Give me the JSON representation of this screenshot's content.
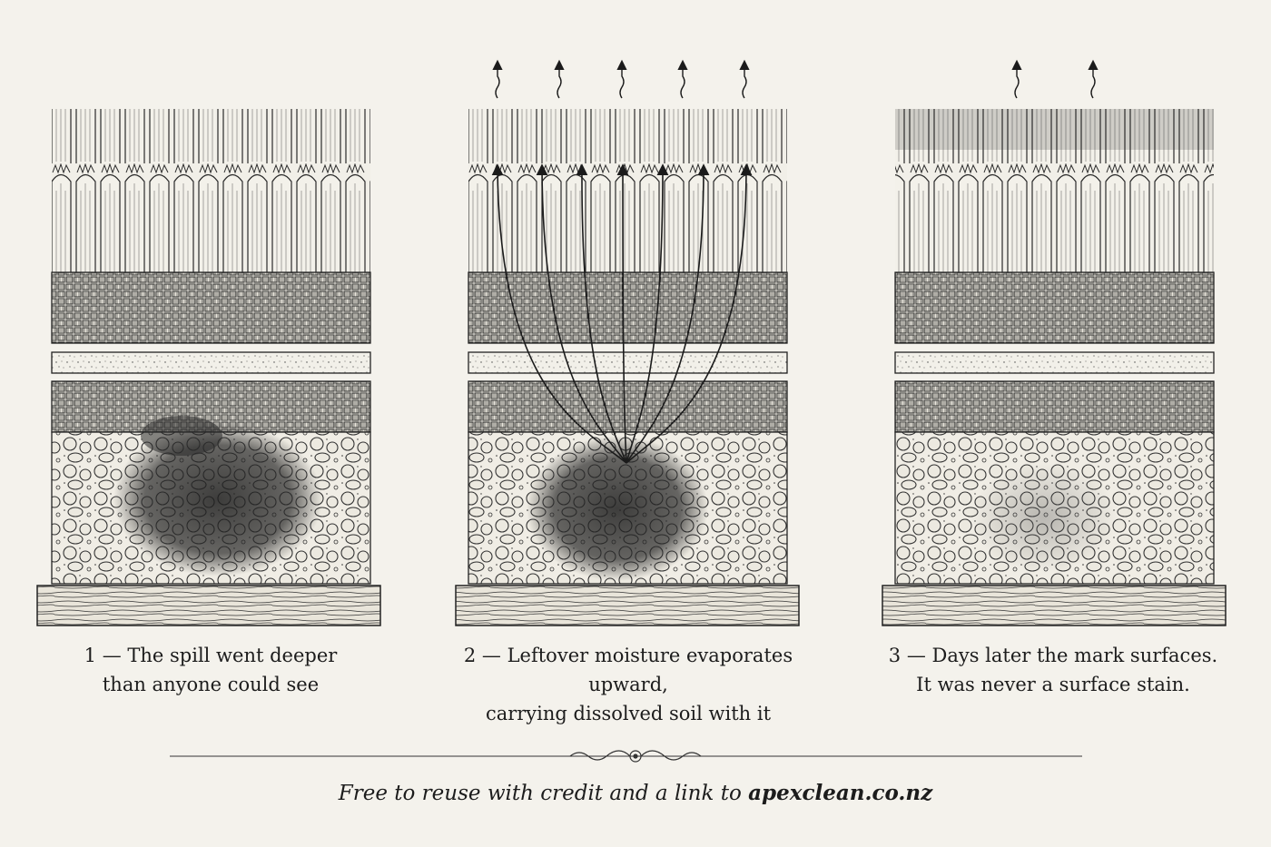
{
  "panels": [
    {
      "number": "1",
      "line1": "1 — The spill went deeper",
      "line2": "than anyone could see"
    },
    {
      "number": "2",
      "line1": "2 — Leftover moisture evaporates upward,",
      "line2": "carrying dissolved soil with it"
    },
    {
      "number": "3",
      "line1": "3 — Days later the mark surfaces.",
      "line2": "It was never a surface stain."
    }
  ],
  "footer": {
    "prefix": "Free to reuse with credit and a link to ",
    "link": "apexclean.co.nz"
  },
  "colors": {
    "background": "#f4f2ec",
    "ink": "#1b1b1b",
    "stain": "#2a2a2a"
  }
}
